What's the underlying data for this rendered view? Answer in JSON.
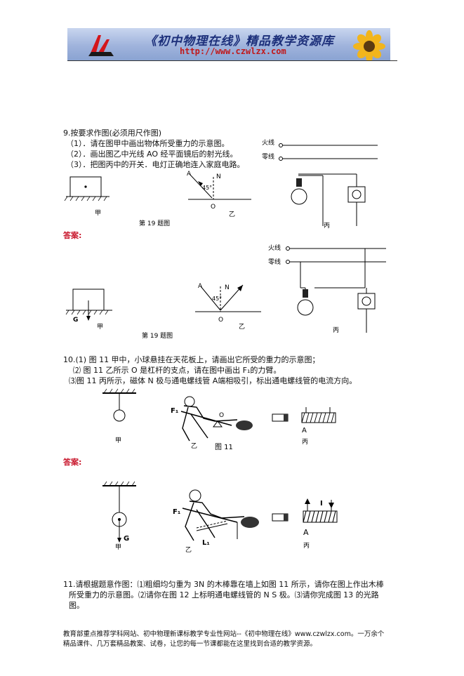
{
  "header": {
    "title": "《初中物理在线》精品教学资源库",
    "url": "http://www.czwlzx.com"
  },
  "q9": {
    "stem": "9.按要求作图(必须用尺作图)",
    "items": [
      "（1）．请在图甲中画出物体所受重力的示意图。",
      "（2）．画出图乙中光线 AO 经平面镜后的射光线。",
      "（3）．把图丙中的开关．电灯正确地连入家庭电路。"
    ],
    "figure": {
      "live_wire": "火线",
      "neutral_wire": "零线",
      "label_jia": "甲",
      "label_yi": "乙",
      "label_bing": "丙",
      "caption": "第 19 题图",
      "angle": "45°",
      "point_a": "A",
      "point_n": "N",
      "point_o": "O"
    },
    "answer_label": "答案:",
    "answer_figure": {
      "live_wire": "火线",
      "neutral_wire": "零线",
      "label_g": "G",
      "label_jia": "甲",
      "label_yi": "乙",
      "label_bing": "丙",
      "caption": "第 19 题图",
      "angle": "45°",
      "point_a": "A",
      "point_n": "N",
      "point_o": "O"
    }
  },
  "q10": {
    "line1": "10.(1) 图 11 甲中，小球悬挂在天花板上，请画出它所受的重力的示意图；",
    "line2": "⑵ 图 11 乙所示 O 是杠杆的支点，请在图中画出 F₁的力臂。",
    "line3": "⑶图 11 丙所示，磁体 N 极与通电螺线管 A端相吸引，标出通电螺线管的电流方向。",
    "figure": {
      "label_jia": "甲",
      "label_yi": "乙",
      "label_bing": "丙",
      "label_a": "A",
      "label_f1": "F₁",
      "label_o": "O",
      "caption": "图  11"
    },
    "answer_label": "答案:",
    "answer_figure": {
      "label_g": "G",
      "label_jia": "甲",
      "label_yi": "乙",
      "label_bing": "丙",
      "label_a": "A",
      "label_f1": "F₁",
      "label_l1": "L₁",
      "label_i": "I"
    }
  },
  "q11": {
    "line1": "11.请根据题意作图：⑴粗细均匀重为 3N 的木棒靠在墙上如图 11 所示，请你在图上作出木棒",
    "line2": "所受重力的示意图。⑵请你在图 12 上标明通电螺线管的 N S 极。⑶请你完成图 13 的光路",
    "line3": "图。"
  },
  "footer": {
    "line1": "教育部重点推荐学科网站、初中物理新课标教学专业性网站--《初中物理在线》www.czwlzx.com。一万余个",
    "line2": "精品课件、几万套精品教案、试卷，让您的每一节课都能在这里找到合适的教学资源。"
  }
}
